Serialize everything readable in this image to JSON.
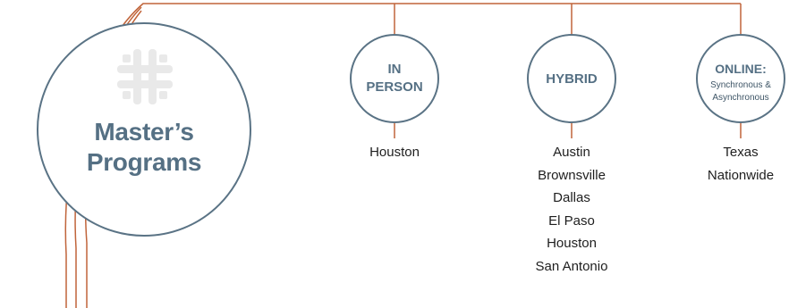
{
  "hub": {
    "title_line1": "Master’s",
    "title_line2": "Programs",
    "logo_icon": "woven-grid-logo-icon"
  },
  "colors": {
    "connector": "#c0643a",
    "circle_border": "#5a7385",
    "title_text": "#557084",
    "logo": "#e9e9e9",
    "location_text": "#1e1e1e"
  },
  "modes": [
    {
      "title_line1": "IN",
      "title_line2": "PERSON",
      "locations": [
        "Houston"
      ]
    },
    {
      "title_line1": "HYBRID",
      "locations": [
        "Austin",
        "Brownsville",
        "Dallas",
        "El Paso",
        "Houston",
        "San Antonio"
      ]
    },
    {
      "title_line1": "ONLINE:",
      "subtitle_line1": "Synchronous &",
      "subtitle_line2": "Asynchronous",
      "locations": [
        "Texas",
        "Nationwide"
      ]
    }
  ]
}
